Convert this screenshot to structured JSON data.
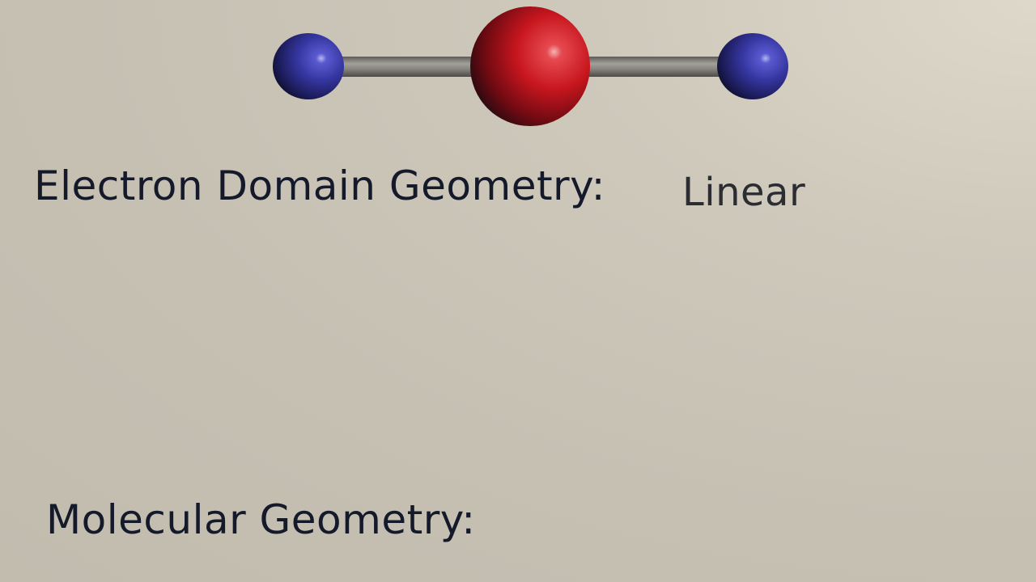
{
  "molecule": {
    "atoms": [
      {
        "element": "outer",
        "color": "#3a3aa6"
      },
      {
        "element": "central",
        "color": "#cc1a24"
      },
      {
        "element": "outer",
        "color": "#3a3aa6"
      }
    ],
    "bond_color": "#8a8680"
  },
  "electron_domain": {
    "label": "Electron Domain Geometry:",
    "value": "Linear"
  },
  "molecular_geometry": {
    "label": "Molecular Geometry:",
    "value": ""
  },
  "colors": {
    "text": "#151a2b",
    "background": "#c8c2b5"
  }
}
